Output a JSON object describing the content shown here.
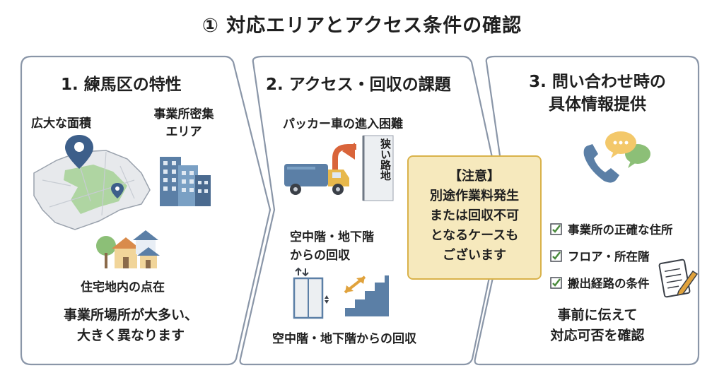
{
  "title": "① 対応エリアとアクセス条件の確認",
  "panels": [
    {
      "heading": "1. 練馬区の特性",
      "labels": {
        "large_area": "広大な面積",
        "office_area_line1": "事業所密集",
        "office_area_line2": "エリア",
        "residential": "住宅地内の点在"
      },
      "footer_line1": "事業所場所が大多い、",
      "footer_line2": "大きく異なります"
    },
    {
      "heading": "2. アクセス・回収の課題",
      "packer_title": "パッカー車の進入困難",
      "narrow_road": "狭い路地",
      "upper_lower_line1": "空中階・地下階",
      "upper_lower_line2": "からの回収",
      "footer": "空中階・地下階からの回収",
      "notice": {
        "heading": "【注意】",
        "line1": "別途作業料発生",
        "line2": "または回収不可",
        "line3": "となるケースも",
        "line4": "ございます"
      }
    },
    {
      "heading_line1": "3. 問い合わせ時の",
      "heading_line2": "具体情報提供",
      "checklist": [
        "事業所の正確な住所",
        "フロア・所在階",
        "搬出経路の条件"
      ],
      "footer_line1": "事前に伝えて",
      "footer_line2": "対応可否を確認"
    }
  ],
  "colors": {
    "frame": "#8a96a8",
    "notice_bg": "#f6e9bd",
    "notice_border": "#d9b24a",
    "map_green": "#a9d39a",
    "building_blue": "#5b7fa6",
    "check_green": "#4a8b3c"
  }
}
